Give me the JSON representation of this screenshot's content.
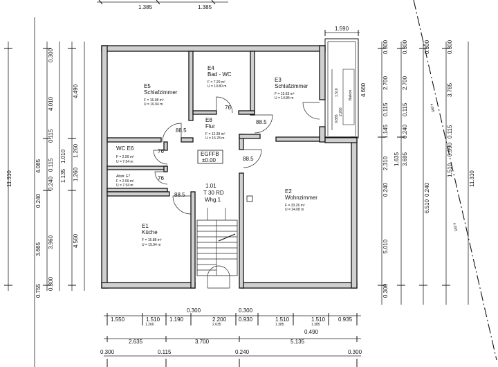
{
  "top_dims": [
    "1.385",
    "1.385"
  ],
  "balcony_width": "1.590",
  "rooms": {
    "e5": {
      "name": "E5",
      "label": "Schlafzimmer",
      "area": "F = 16.08 m²",
      "perimeter": "U = 16.04 m"
    },
    "e4": {
      "name": "E4",
      "label": "Bad - WC",
      "area": "F = 7.29 m²",
      "perimeter": "U = 10.80 m"
    },
    "e3": {
      "name": "E3",
      "label": "Schlafzimmer",
      "area": "F = 13.63 m²",
      "perimeter": "U = 14.84 m"
    },
    "e8": {
      "name": "E8",
      "label": "Flur",
      "area": "F = 12.39 m²",
      "perimeter": "U = 15.78 m"
    },
    "e6": {
      "name": "WC  E6",
      "area": "F = 2.99 m²",
      "perimeter": "U = 7.54 m"
    },
    "e7": {
      "name": "Abstr. E7",
      "area": "F = 2.99 m²",
      "perimeter": "U = 7.54 m"
    },
    "e1": {
      "name": "E1",
      "label": "Küche",
      "area": "F = 15.88 m²",
      "perimeter": "U = 15.94 m"
    },
    "e2": {
      "name": "E2",
      "label": "Wohnzimmer",
      "area": "F = 33.26 m²",
      "perimeter": "U = 24.08 m"
    }
  },
  "balcony_label": "Balkon",
  "level": {
    "name": "EGFFB",
    "value": "±0.00"
  },
  "apartment_door": {
    "code": "1.01",
    "type": "T 30 RD",
    "unit": "Whg.1"
  },
  "door_widths": {
    "e5": "88.5",
    "e4": "76",
    "e3": "88.5",
    "e6": "76",
    "e7": "76",
    "e2": "88.5",
    "e1": "88.5"
  },
  "balcony_dims": [
    "1.510",
    "0.885",
    "2.260"
  ],
  "stair_dims": [
    "0.300",
    "0.300"
  ],
  "bottom_row1": [
    "1.550",
    "1.510",
    "1.190",
    "2.200",
    "0.930",
    "1.510",
    "1.510",
    "0.935"
  ],
  "bottom_row1_sub": [
    "1.260",
    "2.635",
    "1.385",
    "1.385"
  ],
  "bottom_total": "0.490",
  "bottom_row2": [
    "2.635",
    "3.700",
    "5.135"
  ],
  "bottom_row3": [
    "0.300",
    "0.115",
    "0.240",
    "0.300"
  ],
  "left_dims_a": [
    "0.300",
    "4.010",
    "0.115",
    "1.010",
    "0.115",
    "0.240",
    "1.135",
    "0.240",
    "3.960",
    "0.300"
  ],
  "left_dims_b": [
    "4.490",
    "1.260",
    "1.260",
    "4.560"
  ],
  "left_dims_c": [
    "11.310",
    "3.665",
    "4.085",
    "0.755"
  ],
  "right_dims_a": [
    "0.300",
    "2.700",
    "0.115",
    "1.145",
    "2.310",
    "0.240",
    "5.010",
    "0.300"
  ],
  "right_dims_b": [
    "0.300",
    "2.700",
    "0.115",
    "0.240",
    "1.635",
    "3.695",
    "6.510"
  ],
  "right_dims_c": [
    "4.660",
    "0.300",
    "3.785",
    "0.115",
    "0.990",
    "1.510",
    "0.240",
    "11.310"
  ],
  "right_diag": [
    "4.085",
    "4.255"
  ]
}
